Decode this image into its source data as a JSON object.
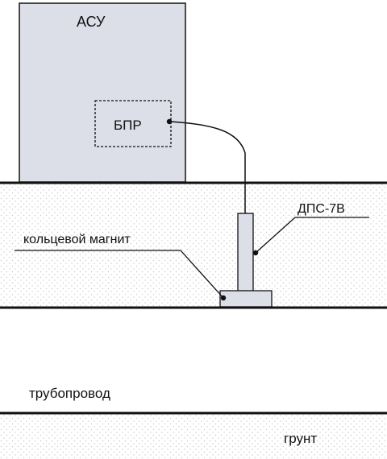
{
  "labels": {
    "asu": "АСУ",
    "bpr": "БПР",
    "dps": "ДПС-7В",
    "magnet": "кольцевой магнит",
    "pipeline": "трубопровод",
    "ground": "грунт"
  },
  "colors": {
    "cabinet_fill": "#dcdfe8",
    "sensor_fill": "#dcdfe8",
    "line": "#111111",
    "soil_dot": "#c9c9c9",
    "background": "#ffffff"
  }
}
